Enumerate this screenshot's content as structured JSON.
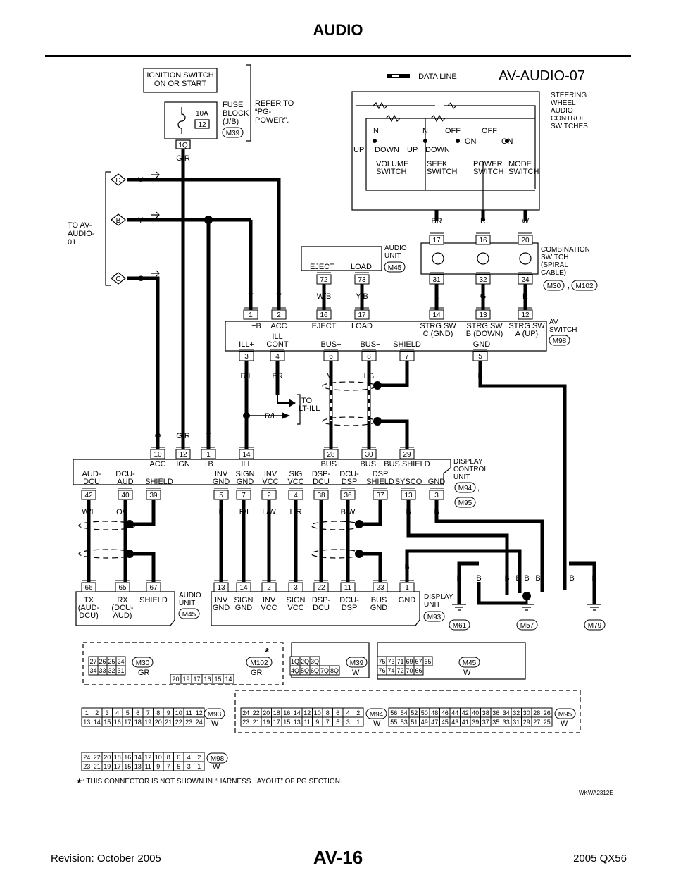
{
  "header": {
    "title": "AUDIO"
  },
  "footer": {
    "revision": "Revision: October 2005",
    "page": "AV-16",
    "model": "2005 QX56"
  },
  "diagram": {
    "id": "AV-AUDIO-07",
    "data_line_legend": ": DATA LINE",
    "ignition": {
      "l1": "IGNITION SWITCH",
      "l2": "ON OR START"
    },
    "fuse": {
      "amp": "10A",
      "num": "12",
      "l1": "FUSE",
      "l2": "BLOCK",
      "l3": "(J/B)",
      "conn": "M39",
      "pin": "1Q",
      "wire": "G/R"
    },
    "refer": {
      "l1": "REFER TO",
      "l2": "“PG-",
      "l3": "POWER”."
    },
    "to_av": {
      "l1": "TO AV-",
      "l2": "AUDIO-",
      "l3": "01",
      "d": "D",
      "b": "B",
      "c": "C",
      "wd": "V",
      "wb": "Y",
      "wc": "O"
    },
    "steering": {
      "l1": "STEERING",
      "l2": "WHEEL",
      "l3": "AUDIO",
      "l4": "CONTROL",
      "l5": "SWITCHES",
      "n": "N",
      "off": "OFF",
      "on": "ON",
      "up": "UP",
      "down": "DOWN",
      "volume": "VOLUME",
      "seek": "SEEK",
      "power": "POWER",
      "mode": "MODE",
      "sw": "SWITCH",
      "w1": "BR",
      "w2": "R",
      "w3": "W"
    },
    "combination": {
      "l1": "COMBINATION",
      "l2": "SWITCH",
      "l3": "(SPIRAL",
      "l4": "CABLE)",
      "top": [
        "17",
        "16",
        "20"
      ],
      "bot": [
        "31",
        "32",
        "24"
      ],
      "conn1": "M30",
      "conn2": "M102",
      "comma": ","
    },
    "audio_unit_top": {
      "l1": "AUDIO",
      "l2": "UNIT",
      "eject": "EJECT",
      "load": "LOAD",
      "pins": [
        "72",
        "73"
      ],
      "conn": "M45"
    },
    "av_switch": {
      "l1": "AV",
      "l2": "SWITCH",
      "conn": "M98",
      "wires_top": [
        "Y",
        "V",
        "W/B",
        "Y/B",
        "L",
        "G",
        "R"
      ],
      "pins_top": [
        "1",
        "2",
        "16",
        "17",
        "14",
        "13",
        "12"
      ],
      "labels_top": [
        "+B",
        "ACC",
        "EJECT",
        "LOAD",
        "STRG SW",
        "C (GND)",
        "STRG SW",
        "B (DOWN)",
        "STRG SW",
        "A (UP)"
      ],
      "ill_cont1": "ILL",
      "ill_cont2": "CONT",
      "labels_bot": [
        "ILL+",
        "BUS+",
        "BUS−",
        "SHIELD",
        "GND"
      ],
      "pins_bot": [
        "3",
        "4",
        "6",
        "8",
        "7",
        "5"
      ],
      "wires_bot": [
        "R/L",
        "BR",
        "V",
        "LG",
        "B"
      ]
    },
    "to_lt": {
      "l1": "TO",
      "l2": "LT-ILL",
      "wire": "R/L"
    },
    "display_ctrl": {
      "l1": "DISPLAY",
      "l2": "CONTROL",
      "l3": "UNIT",
      "conn1": "M94",
      "conn2": "M95",
      "comma": ",",
      "wires_top": [
        "O",
        "G/R",
        "Y"
      ],
      "pins_top": [
        "10",
        "12",
        "1",
        "14",
        "28",
        "30",
        "29"
      ],
      "labels_top": [
        "ACC",
        "IGN",
        "+B",
        "ILL",
        "BUS+",
        "BUS−",
        "BUS SHIELD"
      ],
      "labels_mid": [
        "AUD-",
        "DCU-",
        "INV",
        "SIGN",
        "INV",
        "SIG",
        "DSP-",
        "DCU-",
        "DSP"
      ],
      "labels_bot": [
        "DCU",
        "AUD",
        "SHIELD",
        "GND",
        "GND",
        "VCC",
        "VCC",
        "DCU",
        "DSP",
        "SHIELD",
        "SYSCO",
        "GND"
      ],
      "pins_bot": [
        "42",
        "40",
        "39",
        "5",
        "7",
        "2",
        "4",
        "38",
        "36",
        "37",
        "13",
        "3"
      ],
      "wires_bot": [
        "W/L",
        "O/L",
        "P",
        "P/L",
        "L/W",
        "L/R",
        "L",
        "B/W",
        "B",
        "B"
      ]
    },
    "audio_unit_bot": {
      "l1": "AUDIO",
      "l2": "UNIT",
      "conn": "M45",
      "pins": [
        "66",
        "65",
        "67"
      ],
      "labels": [
        "TX",
        "(AUD-",
        "DCU)",
        "RX",
        "(DCU-",
        "AUD)",
        "SHIELD"
      ]
    },
    "display_unit": {
      "l1": "DISPLAY",
      "l2": "UNIT",
      "conn": "M93",
      "pins": [
        "13",
        "14",
        "2",
        "3",
        "22",
        "11",
        "23",
        "1"
      ],
      "labels": [
        "INV",
        "GND",
        "SIGN",
        "GND",
        "INV",
        "VCC",
        "SIGN",
        "VCC",
        "DSP-",
        "DCU",
        "DCU-",
        "DSP",
        "BUS",
        "GND",
        "GND"
      ],
      "wire_b": "B"
    },
    "grounds": {
      "b": "B",
      "g1": "M61",
      "g2": "M57",
      "g3": "M79"
    },
    "connectors": {
      "m30": {
        "name": "M30",
        "color": "GR",
        "pins": [
          "27",
          "26",
          "25",
          "24",
          "34",
          "33",
          "32",
          "31"
        ]
      },
      "m102": {
        "name": "M102",
        "color": "GR",
        "star": "*",
        "pins": [
          "20",
          "19",
          "17",
          "16",
          "15",
          "14"
        ]
      },
      "m39": {
        "name": "M39",
        "color": "W",
        "pins": [
          "1Q",
          "2Q",
          "3Q",
          "4Q",
          "5Q",
          "6Q",
          "7Q",
          "8Q"
        ]
      },
      "m45": {
        "name": "M45",
        "color": "W",
        "pins": [
          "75",
          "73",
          "71",
          "69",
          "67",
          "65",
          "76",
          "74",
          "72",
          "70",
          "66"
        ]
      },
      "m93": {
        "name": "M93",
        "color": "W",
        "row1": [
          "1",
          "2",
          "3",
          "4",
          "5",
          "6",
          "7",
          "8",
          "9",
          "10",
          "11",
          "12"
        ],
        "row2": [
          "13",
          "14",
          "15",
          "16",
          "17",
          "18",
          "19",
          "20",
          "21",
          "22",
          "23",
          "24"
        ]
      },
      "m94": {
        "name": "M94",
        "color": "W",
        "row1": [
          "24",
          "22",
          "20",
          "18",
          "16",
          "14",
          "12",
          "10",
          "8",
          "6",
          "4",
          "2"
        ],
        "row2": [
          "23",
          "21",
          "19",
          "17",
          "15",
          "13",
          "11",
          "9",
          "7",
          "5",
          "3",
          "1"
        ]
      },
      "m95": {
        "name": "M95",
        "color": "W",
        "row1": [
          "56",
          "54",
          "52",
          "50",
          "48",
          "46",
          "44",
          "42",
          "40",
          "38",
          "36",
          "34",
          "32",
          "30",
          "28",
          "26"
        ],
        "row2": [
          "55",
          "53",
          "51",
          "49",
          "47",
          "45",
          "43",
          "41",
          "39",
          "37",
          "35",
          "33",
          "31",
          "29",
          "27",
          "25"
        ]
      },
      "m98": {
        "name": "M98",
        "color": "W",
        "row1": [
          "24",
          "22",
          "20",
          "18",
          "16",
          "14",
          "12",
          "10",
          "8",
          "6",
          "4",
          "2"
        ],
        "row2": [
          "23",
          "21",
          "19",
          "17",
          "15",
          "13",
          "11",
          "9",
          "7",
          "5",
          "3",
          "1"
        ]
      }
    },
    "note": ": THIS CONNECTOR IS NOT SHOWN IN “HARNESS LAYOUT” OF PG SECTION.",
    "note_star": "★",
    "code": "WKWA2312E"
  }
}
